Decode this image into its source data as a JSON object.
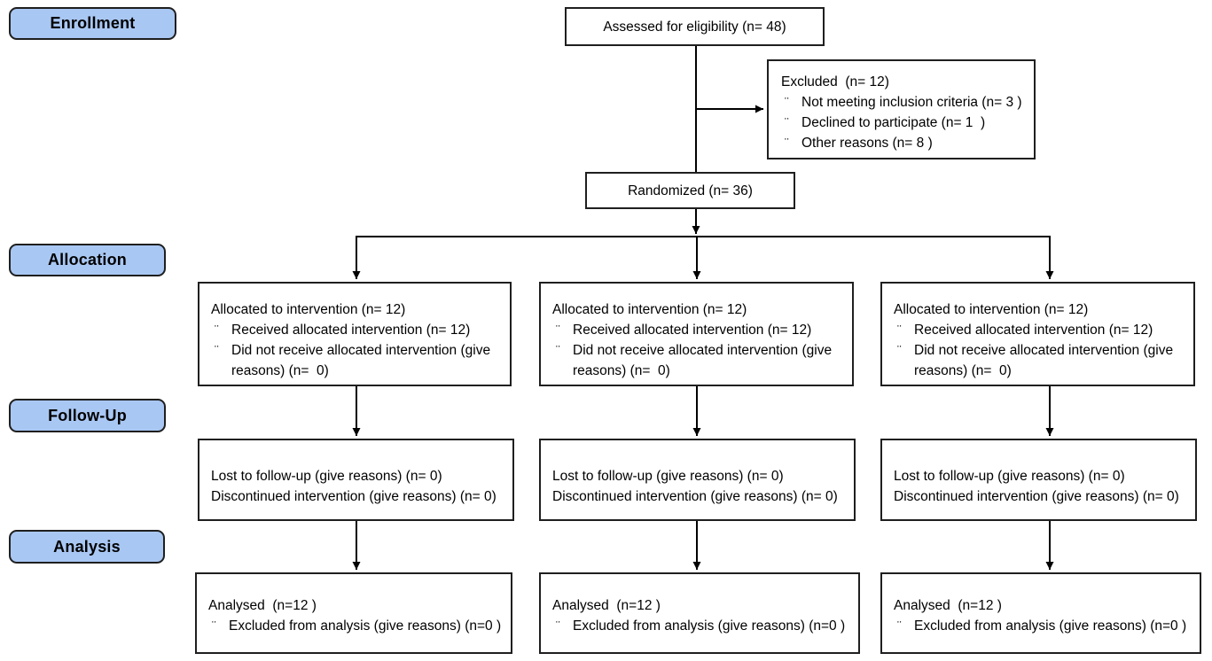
{
  "bullet": "¨",
  "colors": {
    "stage_fill": "#a9c7f3",
    "stage_border": "#1f1f1f",
    "box_border": "#1f1f1f",
    "line": "#000000"
  },
  "stages": [
    {
      "label": "Enrollment"
    },
    {
      "label": "Allocation"
    },
    {
      "label": "Follow-Up"
    },
    {
      "label": "Analysis"
    }
  ],
  "enrollment": {
    "assessed_label": "Assessed for eligibility (n= 48)",
    "excluded": {
      "title": "Excluded  (n= 12)",
      "items": [
        "Not meeting inclusion criteria (n= 3 )",
        "Declined to participate (n= 1  )",
        "Other reasons (n= 8 )"
      ]
    },
    "randomized_label": "Randomized (n= 36)"
  },
  "arms": [
    {
      "allocation": {
        "title": "Allocated to intervention (n= 12)",
        "items": [
          "Received allocated intervention (n= 12)",
          "Did not receive allocated intervention (give reasons) (n=  0)"
        ]
      },
      "followup": {
        "lines": [
          "Lost to follow-up (give reasons) (n= 0)",
          "Discontinued intervention (give reasons) (n= 0)"
        ]
      },
      "analysis": {
        "title": "Analysed  (n=12 )",
        "items": [
          "Excluded from analysis (give reasons) (n=0 )"
        ]
      }
    },
    {
      "allocation": {
        "title": "Allocated to intervention (n= 12)",
        "items": [
          "Received allocated intervention (n= 12)",
          "Did not receive allocated intervention (give reasons) (n=  0)"
        ]
      },
      "followup": {
        "lines": [
          "Lost to follow-up (give reasons) (n= 0)",
          "Discontinued intervention (give reasons) (n= 0)"
        ]
      },
      "analysis": {
        "title": "Analysed  (n=12 )",
        "items": [
          "Excluded from analysis (give reasons) (n=0 )"
        ]
      }
    },
    {
      "allocation": {
        "title": "Allocated to intervention (n= 12)",
        "items": [
          "Received allocated intervention (n= 12)",
          "Did not receive allocated intervention (give reasons) (n=  0)"
        ]
      },
      "followup": {
        "lines": [
          "Lost to follow-up (give reasons) (n= 0)",
          "Discontinued intervention (give reasons) (n= 0)"
        ]
      },
      "analysis": {
        "title": "Analysed  (n=12 )",
        "items": [
          "Excluded from analysis (give reasons) (n=0 )"
        ]
      }
    }
  ]
}
